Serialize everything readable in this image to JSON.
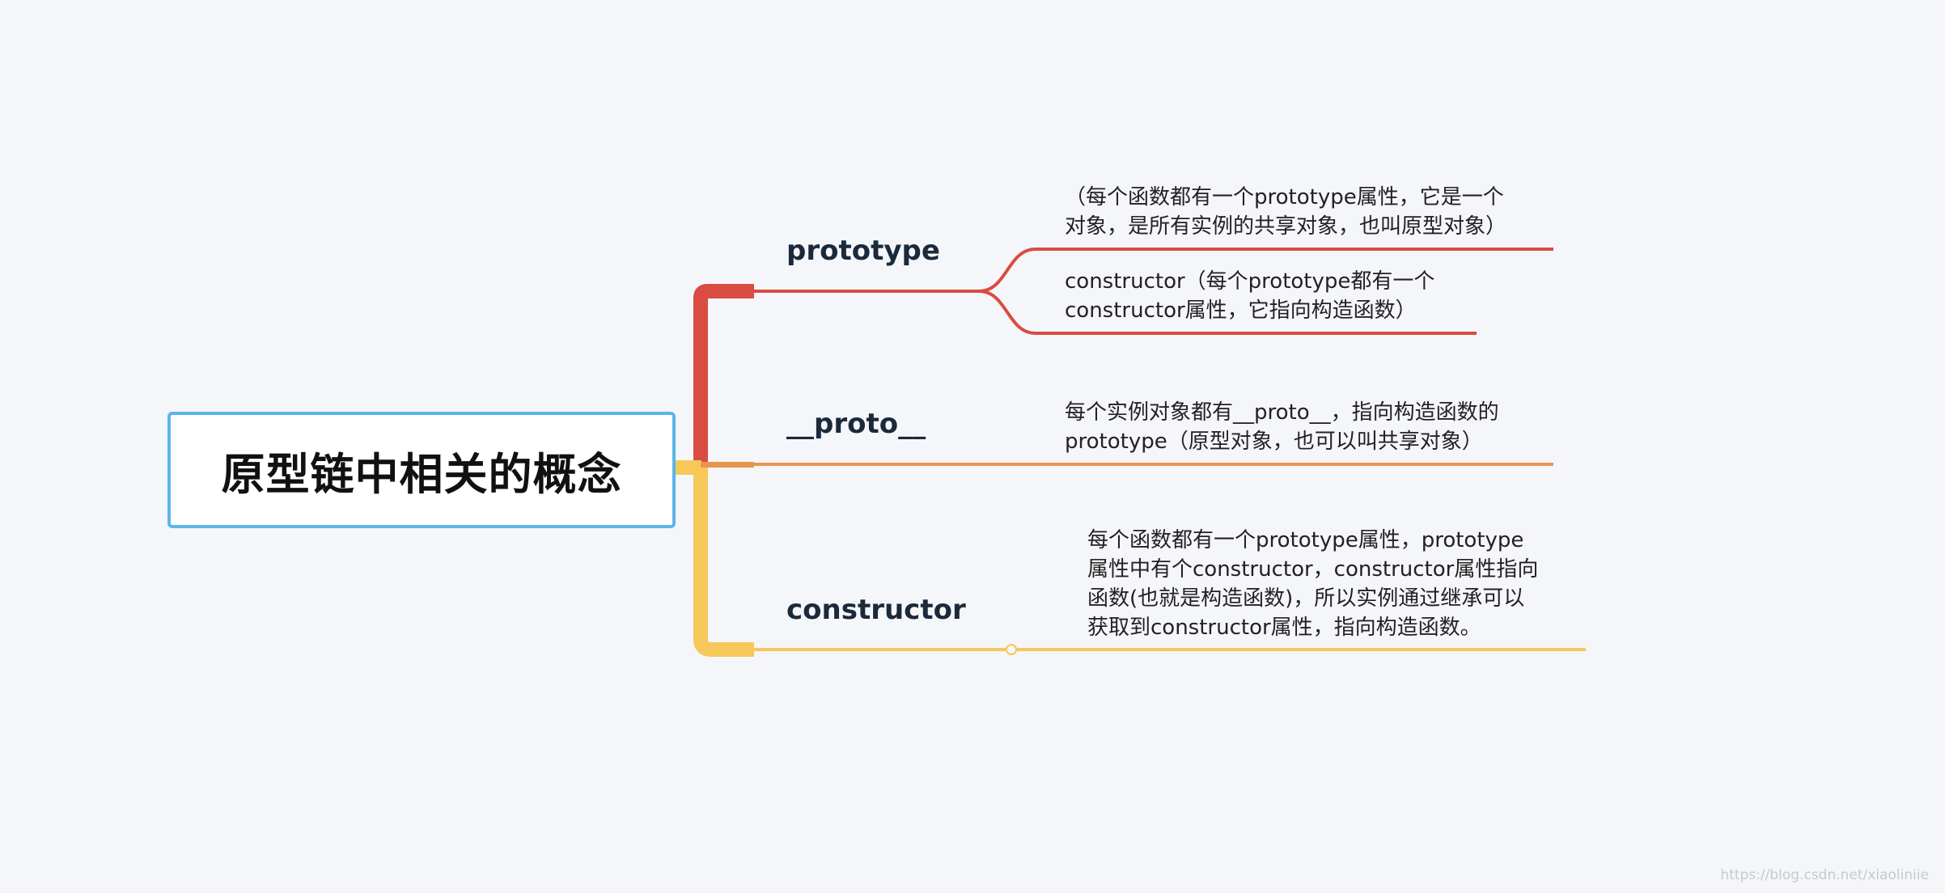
{
  "root": {
    "title": "原型链中相关的概念"
  },
  "branches": [
    {
      "label": "prototype",
      "color": "#d94c41",
      "leaves": [
        {
          "lines": [
            "（每个函数都有一个prototype属性，它是一个",
            "对象，是所有实例的共享对象，也叫原型对象）"
          ]
        },
        {
          "lines": [
            "constructor（每个prototype都有一个",
            "constructor属性，它指向构造函数）"
          ]
        }
      ]
    },
    {
      "label": "__proto__",
      "color": "#e9954d",
      "leaves": [
        {
          "lines": [
            "每个实例对象都有__proto__，指向构造函数的",
            "prototype（原型对象，也可以叫共享对象）"
          ]
        }
      ]
    },
    {
      "label": "constructor",
      "color": "#f6c85a",
      "leaves": [
        {
          "lines": [
            "每个函数都有一个prototype属性，prototype",
            "属性中有个constructor，constructor属性指向",
            "函数(也就是构造函数)，所以实例通过继承可以",
            "获取到constructor属性，指向构造函数。"
          ]
        }
      ]
    }
  ],
  "colors": {
    "root_border": "#5cb5e9",
    "background": "#f5f6fa"
  },
  "watermark": "https://blog.csdn.net/xiaoliniie"
}
